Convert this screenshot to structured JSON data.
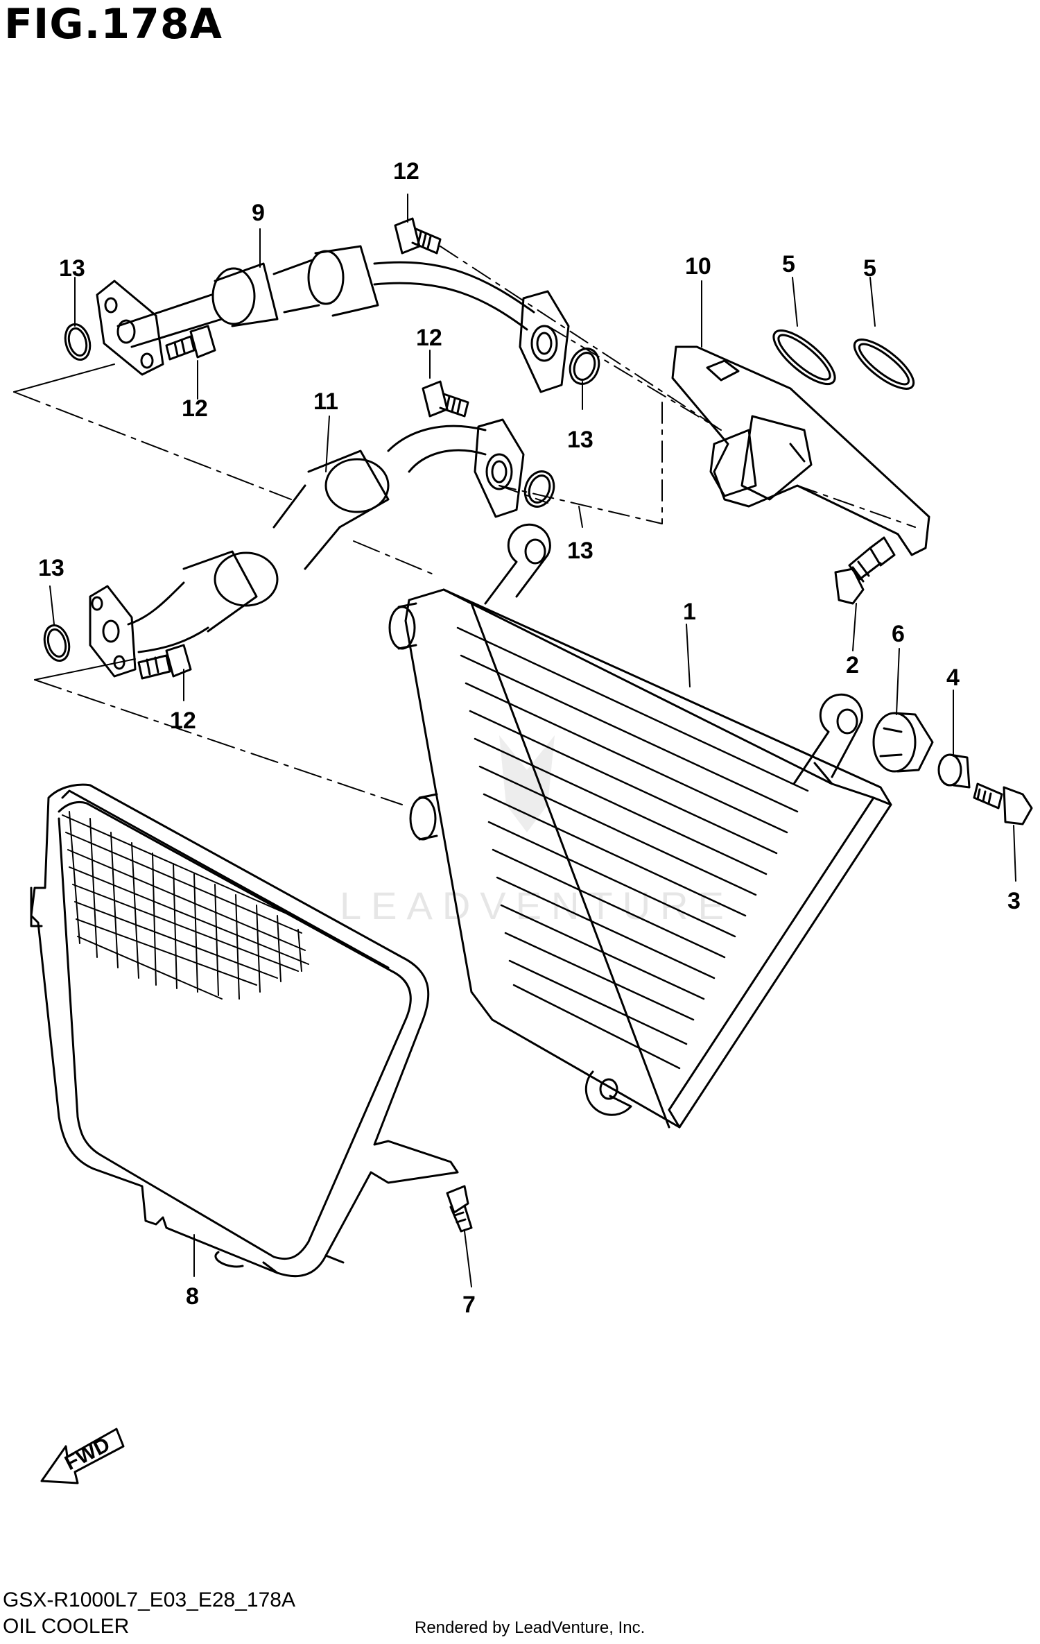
{
  "header": {
    "figure_title": "FIG.178A"
  },
  "footer": {
    "model_code": "GSX-R1000L7_E03_E28_178A",
    "section_title": "OIL COOLER",
    "rendered_by": "Rendered by LeadVenture, Inc."
  },
  "watermark": {
    "text": "LEADVENTURE"
  },
  "fwd_arrow": {
    "label": "FWD"
  },
  "callouts": {
    "c1": "1",
    "c2": "2",
    "c3": "3",
    "c4": "4",
    "c5a": "5",
    "c5b": "5",
    "c6": "6",
    "c7": "7",
    "c8": "8",
    "c9": "9",
    "c10": "10",
    "c11": "11",
    "c12a": "12",
    "c12b": "12",
    "c12c": "12",
    "c12d": "12",
    "c13a": "13",
    "c13b": "13",
    "c13c": "13",
    "c13d": "13"
  },
  "colors": {
    "line": "#000000",
    "background": "#ffffff",
    "watermark": "#e8e8e8"
  }
}
